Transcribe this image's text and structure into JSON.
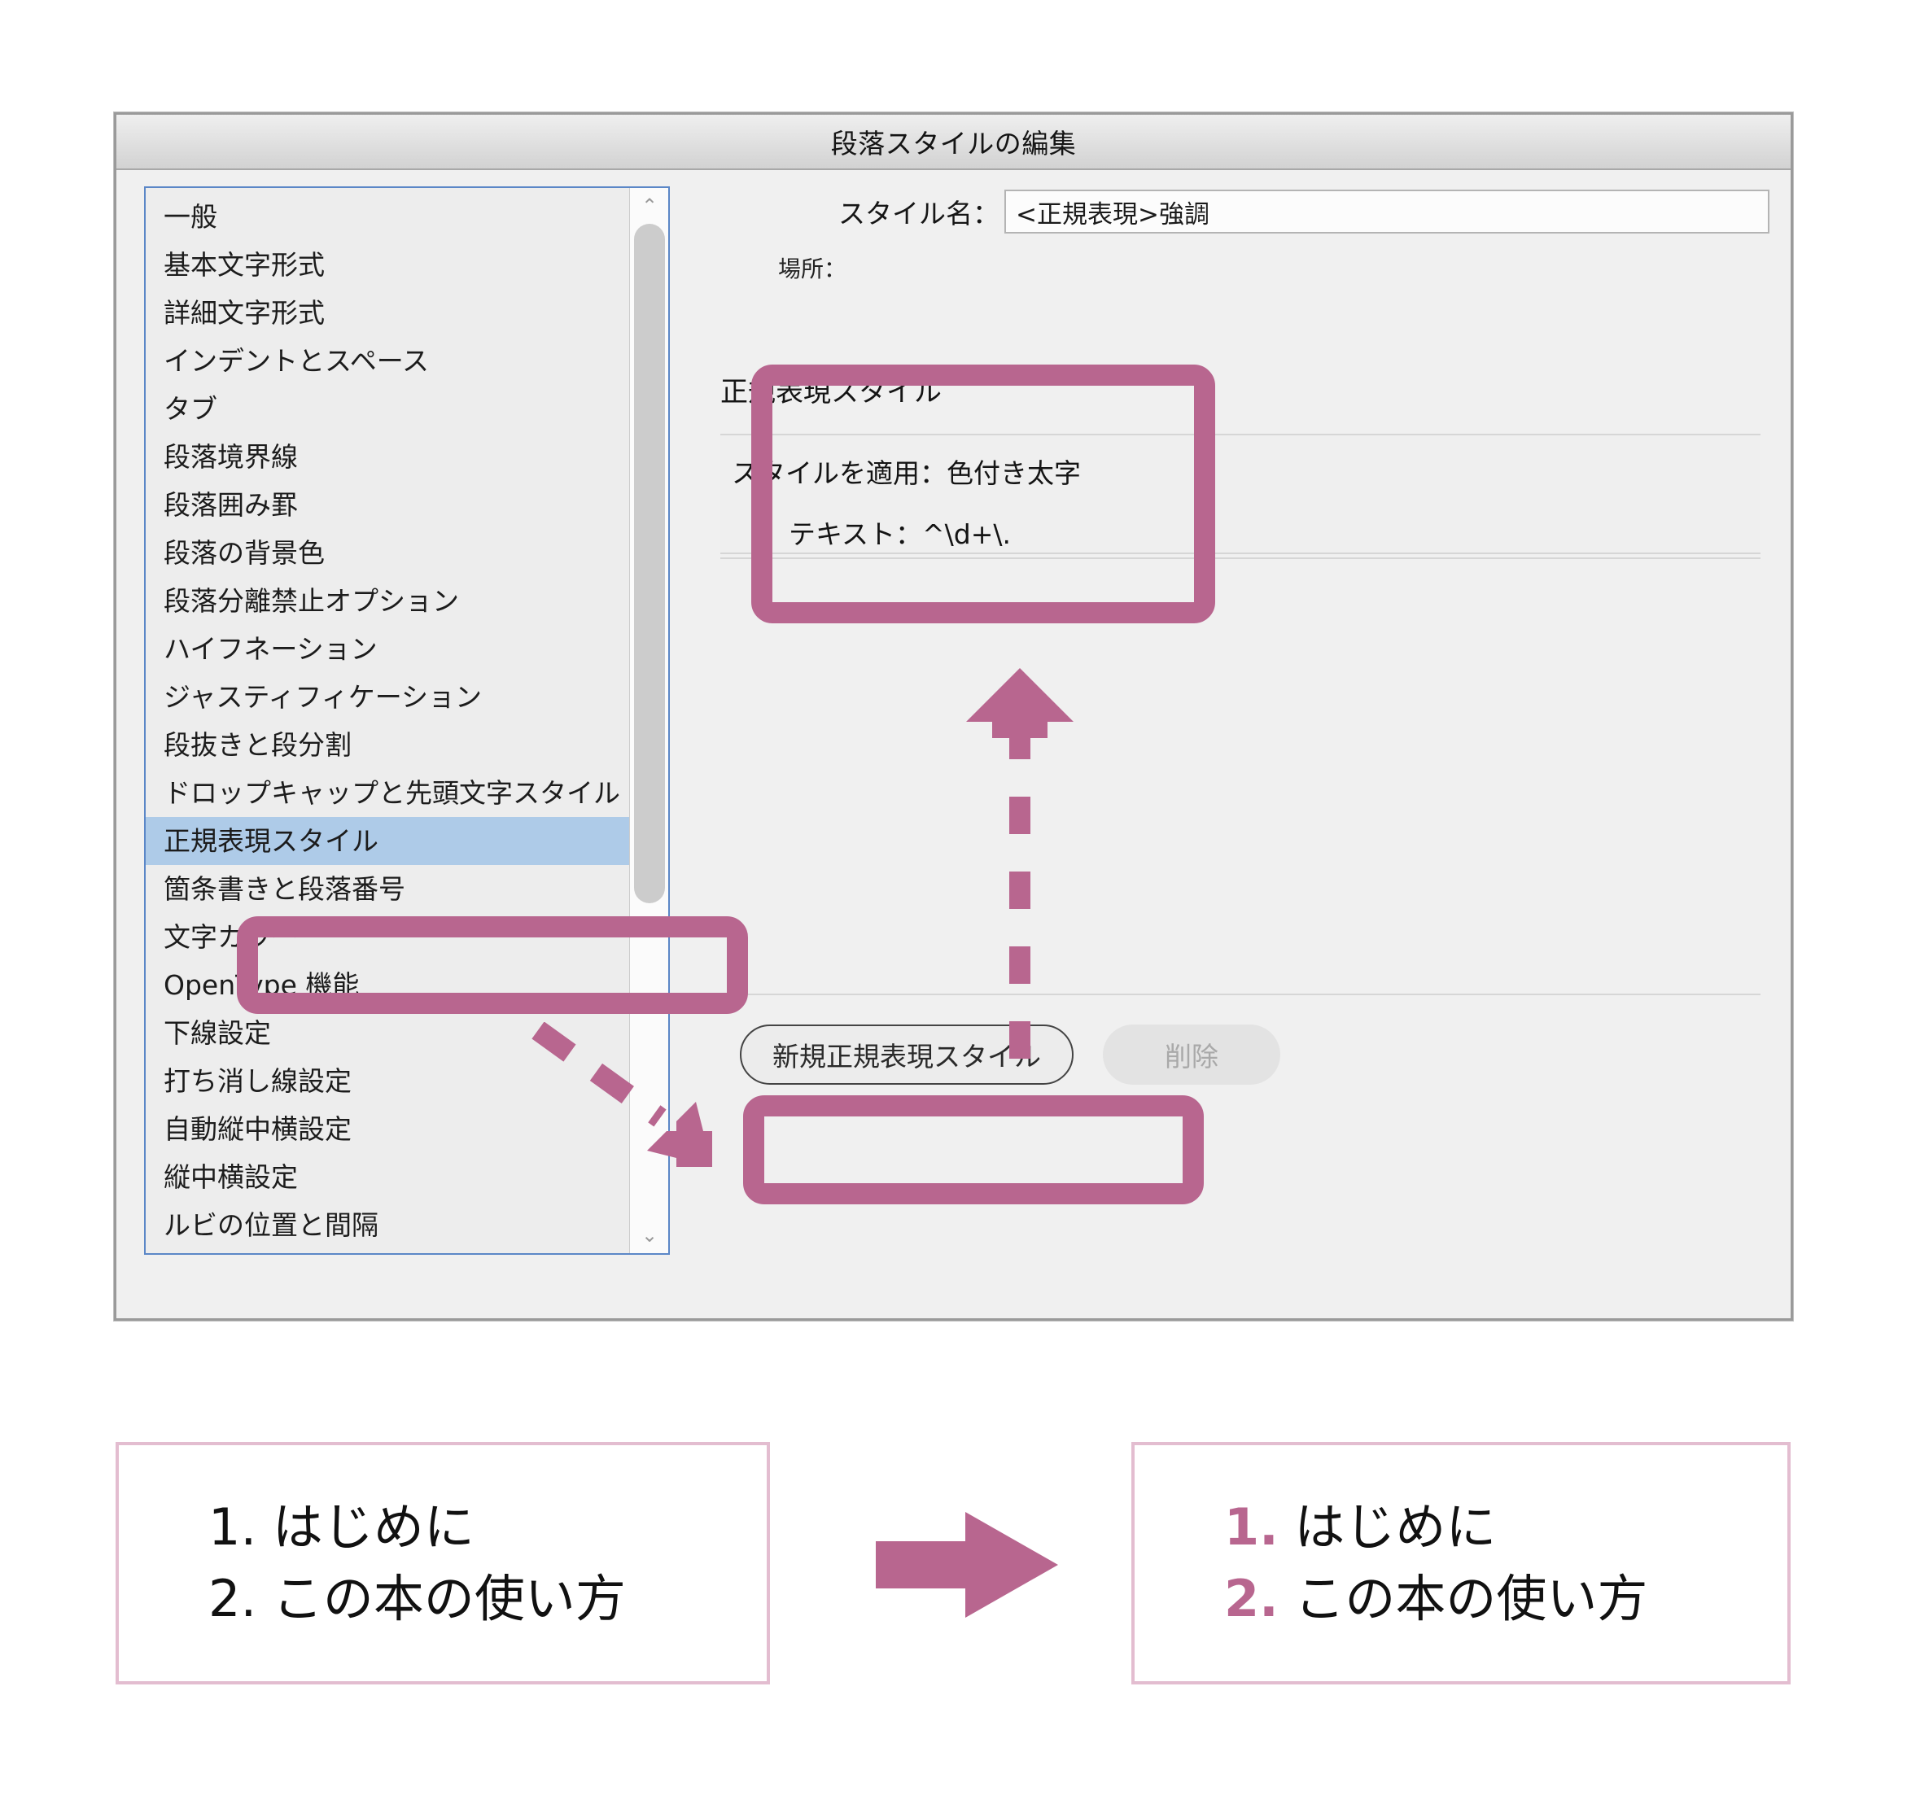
{
  "dialog": {
    "title": "段落スタイルの編集",
    "style_name_label": "スタイル名：",
    "style_name_value": "<正規表現>強調",
    "location_label": "場所："
  },
  "categories": {
    "items": [
      {
        "label": "一般",
        "selected": false
      },
      {
        "label": "基本文字形式",
        "selected": false
      },
      {
        "label": "詳細文字形式",
        "selected": false
      },
      {
        "label": "インデントとスペース",
        "selected": false
      },
      {
        "label": "タブ",
        "selected": false
      },
      {
        "label": "段落境界線",
        "selected": false
      },
      {
        "label": "段落囲み罫",
        "selected": false
      },
      {
        "label": "段落の背景色",
        "selected": false
      },
      {
        "label": "段落分離禁止オプション",
        "selected": false
      },
      {
        "label": "ハイフネーション",
        "selected": false
      },
      {
        "label": "ジャスティフィケーション",
        "selected": false
      },
      {
        "label": "段抜きと段分割",
        "selected": false
      },
      {
        "label": "ドロップキャップと先頭文字スタイル",
        "selected": false
      },
      {
        "label": "正規表現スタイル",
        "selected": true
      },
      {
        "label": "箇条書きと段落番号",
        "selected": false
      },
      {
        "label": "文字カラー",
        "selected": false
      },
      {
        "label": "OpenType 機能",
        "selected": false
      },
      {
        "label": "下線設定",
        "selected": false
      },
      {
        "label": "打ち消し線設定",
        "selected": false
      },
      {
        "label": "自動縦中横設定",
        "selected": false
      },
      {
        "label": "縦中横設定",
        "selected": false
      },
      {
        "label": "ルビの位置と間隔",
        "selected": false
      }
    ],
    "scroll_up_glyph": "⌃",
    "scroll_down_glyph": "⌄"
  },
  "regex_panel": {
    "heading": "正規表現スタイル",
    "apply_style_line": "スタイルを適用：色付き太字",
    "text_line": "テキスト：^\\d+\\.",
    "new_button": "新規正規表現スタイル",
    "delete_button": "削除"
  },
  "example": {
    "before": {
      "lines": [
        {
          "number": "1.",
          "text": " はじめに"
        },
        {
          "number": "2.",
          "text": " この本の使い方"
        }
      ]
    },
    "after": {
      "lines": [
        {
          "number": "1.",
          "text": " はじめに"
        },
        {
          "number": "2.",
          "text": " この本の使い方"
        }
      ]
    }
  },
  "colors": {
    "accent": "#b8668f",
    "example_border": "#e3bdd0",
    "selection": "#aecbe8",
    "list_focus_border": "#5b87c7"
  }
}
